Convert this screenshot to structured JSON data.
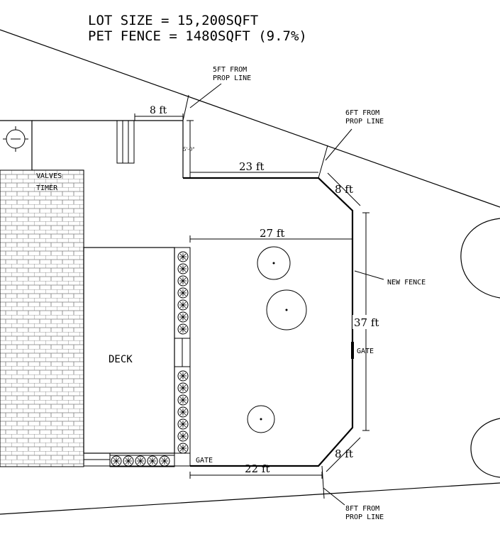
{
  "header": {
    "lot_size": "LOT SIZE = 15,200SQFT",
    "pet_fence": "PET FENCE = 1480SQFT (9.7%)"
  },
  "annotations": {
    "prop_line_top_1": "5FT FROM",
    "prop_line_top_2": "PROP LINE",
    "prop_line_right_1": "6FT FROM",
    "prop_line_right_2": "PROP LINE",
    "prop_line_bottom_1": "8FT FROM",
    "prop_line_bottom_2": "PROP LINE",
    "valves": "VALVES",
    "timer": "TIMER",
    "deck": "DECK",
    "new_fence": "NEW FENCE",
    "gate_right": "GATE",
    "gate_bottom": "GATE",
    "small_dim": "5'-0\""
  },
  "dimensions": {
    "top_run": "8 ft",
    "upper_run": "23 ft",
    "diag_upper": "8 ft",
    "width": "27 ft",
    "right_run": "37 ft",
    "diag_lower": "8 ft",
    "bottom_run": "22 ft"
  },
  "colors": {
    "line": "#000000",
    "background": "#ffffff",
    "pavers": "#777777"
  }
}
